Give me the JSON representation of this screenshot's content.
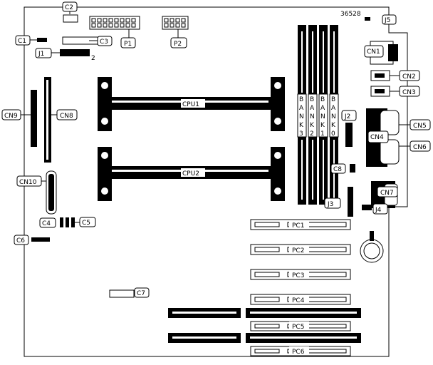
{
  "board_id": "36528",
  "labels": {
    "C1": "C1",
    "C2": "C2",
    "C3": "C3",
    "C4": "C4",
    "C5": "C5",
    "C6": "C6",
    "C7": "C7",
    "C8": "C8",
    "J1": "J1",
    "J1_pin": "2",
    "J2": "J2",
    "J3": "J3",
    "J4": "J4",
    "J5": "J5",
    "P1": "P1",
    "P2": "P2",
    "CN1": "CN1",
    "CN2": "CN2",
    "CN3": "CN3",
    "CN4": "CN4",
    "CN5": "CN5",
    "CN6": "CN6",
    "CN7": "CN7",
    "CN8": "CN8",
    "CN9": "CN9",
    "CN10": "CN10",
    "CPU1": "CPU1",
    "CPU2": "CPU2",
    "PC1": "PC1",
    "PC2": "PC2",
    "PC3": "PC3",
    "PC4": "PC4",
    "PC5": "PC5",
    "PC6": "PC6"
  },
  "banks": [
    {
      "letters": [
        "B",
        "A",
        "N",
        "K",
        "3"
      ]
    },
    {
      "letters": [
        "B",
        "A",
        "N",
        "K",
        "2"
      ]
    },
    {
      "letters": [
        "B",
        "A",
        "N",
        "K",
        "1"
      ]
    },
    {
      "letters": [
        "B",
        "A",
        "N",
        "K",
        "0"
      ]
    }
  ]
}
